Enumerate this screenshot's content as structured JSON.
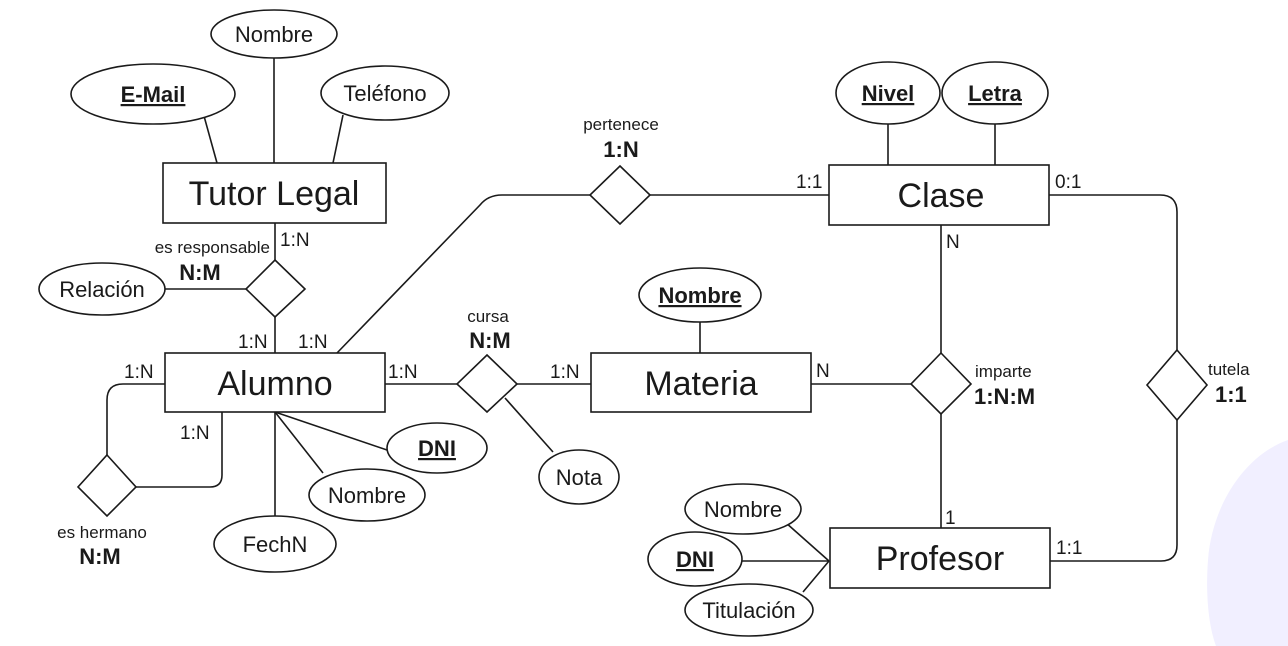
{
  "entities": {
    "tutor": "Tutor Legal",
    "clase": "Clase",
    "alumno": "Alumno",
    "materia": "Materia",
    "profesor": "Profesor"
  },
  "attributes": {
    "tutor_email": "E-Mail",
    "tutor_nombre": "Nombre",
    "tutor_telefono": "Teléfono",
    "clase_nivel": "Nivel",
    "clase_letra": "Letra",
    "relacion": "Relación",
    "materia_nombre": "Nombre",
    "alumno_dni": "DNI",
    "alumno_nombre": "Nombre",
    "alumno_fechn": "FechN",
    "nota": "Nota",
    "profesor_nombre": "Nombre",
    "profesor_dni": "DNI",
    "profesor_titulacion": "Titulación"
  },
  "relationships": {
    "pertenece": {
      "name": "pertenece",
      "card": "1:N"
    },
    "responsable": {
      "name": "es responsable",
      "card": "N:M"
    },
    "cursa": {
      "name": "cursa",
      "card": "N:M"
    },
    "imparte": {
      "name": "imparte",
      "card": "1:N:M"
    },
    "tutela": {
      "name": "tutela",
      "card": "1:1"
    },
    "hermano": {
      "name": "es hermano",
      "card": "N:M"
    }
  },
  "cardinalities": {
    "clase_pertenece": "1:1",
    "clase_tutela": "0:1",
    "clase_imparte": "N",
    "tutor_responsable": "1:N",
    "alumno_responsable": "1:N",
    "alumno_pertenece": "1:N",
    "alumno_cursa": "1:N",
    "materia_cursa": "1:N",
    "materia_imparte": "N",
    "alumno_hermano_a": "1:N",
    "alumno_hermano_b": "1:N",
    "profesor_imparte": "1",
    "profesor_tutela": "1:1"
  }
}
